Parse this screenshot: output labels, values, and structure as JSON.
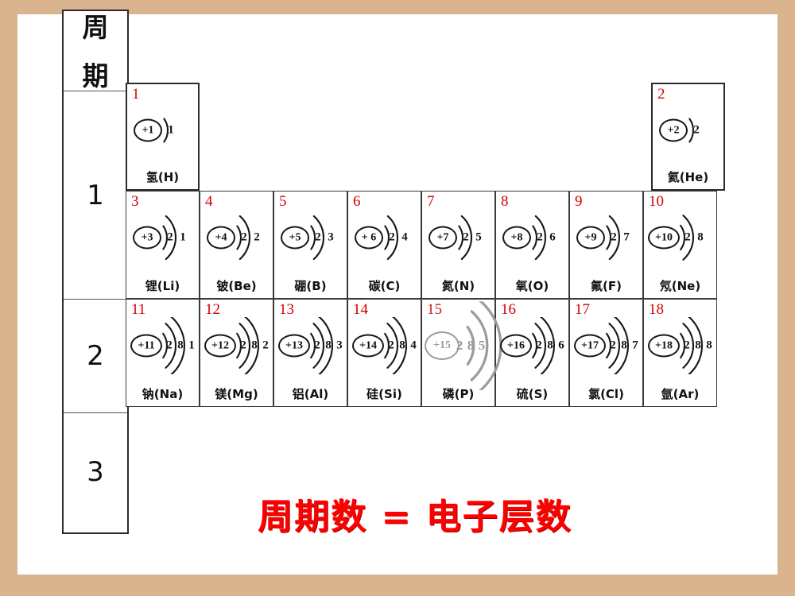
{
  "period_column": {
    "header_chars": [
      "周",
      "期"
    ],
    "periods": [
      {
        "label": "1"
      },
      {
        "label": "2"
      },
      {
        "label": "3"
      }
    ]
  },
  "caption": "周期数 = 电子层数",
  "colors": {
    "slide_border": "#d9b48f",
    "atomic_number": "#d40000",
    "caption_red": "#ff0000",
    "faded_gray": "#9c9c9c",
    "ink": "#171717"
  },
  "rows": [
    {
      "period": "1",
      "cells": [
        {
          "col": 0,
          "number": "1",
          "charge": "+1",
          "shells": [
            "1"
          ],
          "name": "氢(H)",
          "faded": false
        },
        {
          "col": 7,
          "number": "2",
          "charge": "+2",
          "shells": [
            "2"
          ],
          "name": "氦(He)",
          "faded": false
        }
      ]
    },
    {
      "period": "2",
      "cells": [
        {
          "col": 0,
          "number": "3",
          "charge": "+3",
          "shells": [
            "2",
            "1"
          ],
          "name": "锂(Li)",
          "faded": false
        },
        {
          "col": 1,
          "number": "4",
          "charge": "+4",
          "shells": [
            "2",
            "2"
          ],
          "name": "铍(Be)",
          "faded": false
        },
        {
          "col": 2,
          "number": "5",
          "charge": "+5",
          "shells": [
            "2",
            "3"
          ],
          "name": "硼(B)",
          "faded": false
        },
        {
          "col": 3,
          "number": "6",
          "charge": "+ 6",
          "shells": [
            "2",
            "4"
          ],
          "name": "碳(C)",
          "faded": false
        },
        {
          "col": 4,
          "number": "7",
          "charge": "+7",
          "shells": [
            "2",
            "5"
          ],
          "name": "氮(N)",
          "faded": false
        },
        {
          "col": 5,
          "number": "8",
          "charge": "+8",
          "shells": [
            "2",
            "6"
          ],
          "name": "氧(O)",
          "faded": false
        },
        {
          "col": 6,
          "number": "9",
          "charge": "+9",
          "shells": [
            "2",
            "7"
          ],
          "name": "氟(F)",
          "faded": false
        },
        {
          "col": 7,
          "number": "10",
          "charge": "+10",
          "shells": [
            "2",
            "8"
          ],
          "name": "氖(Ne)",
          "faded": false
        }
      ]
    },
    {
      "period": "3",
      "cells": [
        {
          "col": 0,
          "number": "11",
          "charge": "+11",
          "shells": [
            "2",
            "8",
            "1"
          ],
          "name": "钠(Na)",
          "faded": false
        },
        {
          "col": 1,
          "number": "12",
          "charge": "+12",
          "shells": [
            "2",
            "8",
            "2"
          ],
          "name": "镁(Mg)",
          "faded": false
        },
        {
          "col": 2,
          "number": "13",
          "charge": "+13",
          "shells": [
            "2",
            "8",
            "3"
          ],
          "name": "铝(Al)",
          "faded": false
        },
        {
          "col": 3,
          "number": "14",
          "charge": "+14",
          "shells": [
            "2",
            "8",
            "4"
          ],
          "name": "硅(Si)",
          "faded": false
        },
        {
          "col": 4,
          "number": "15",
          "charge": "+15",
          "shells": [
            "2",
            "8",
            "5"
          ],
          "name": "磷(P)",
          "faded": true
        },
        {
          "col": 5,
          "number": "16",
          "charge": "+16",
          "shells": [
            "2",
            "8",
            "6"
          ],
          "name": "硫(S)",
          "faded": false
        },
        {
          "col": 6,
          "number": "17",
          "charge": "+17",
          "shells": [
            "2",
            "8",
            "7"
          ],
          "name": "氯(Cl)",
          "faded": false
        },
        {
          "col": 7,
          "number": "18",
          "charge": "+18",
          "shells": [
            "2",
            "8",
            "8"
          ],
          "name": "氩(Ar)",
          "faded": false
        }
      ]
    }
  ]
}
